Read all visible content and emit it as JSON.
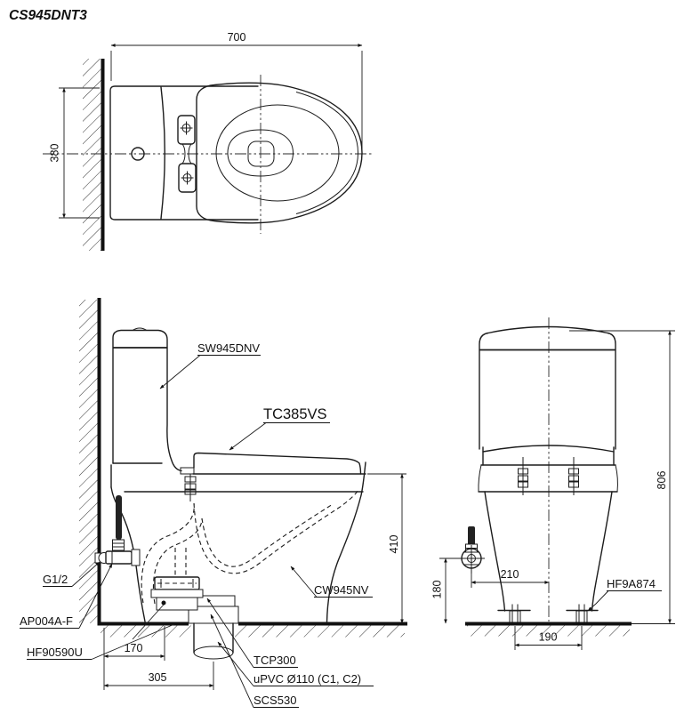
{
  "title": "CS945DNT3",
  "dimensions": {
    "top_view": {
      "width": "700",
      "depth": "380"
    },
    "side_view": {
      "rim_height": "410",
      "bolt_offset": "170",
      "outlet_offset": "305"
    },
    "front_view": {
      "total_height": "806",
      "valve_height": "180",
      "valve_offset": "210",
      "bolt_spacing": "190"
    }
  },
  "part_labels": {
    "cistern": "SW945DNV",
    "seat_cover": "TC385VS",
    "bowl": "CW945NV",
    "water_inlet": "G1/2",
    "stop_valve": "AP004A-F",
    "bolt_cap": "HF90590U",
    "flange": "TCP300",
    "drain_pipe": "uPVC Ø110 (C1, C2)",
    "socket": "SCS530",
    "fixing_bolt": "HF9A874"
  }
}
